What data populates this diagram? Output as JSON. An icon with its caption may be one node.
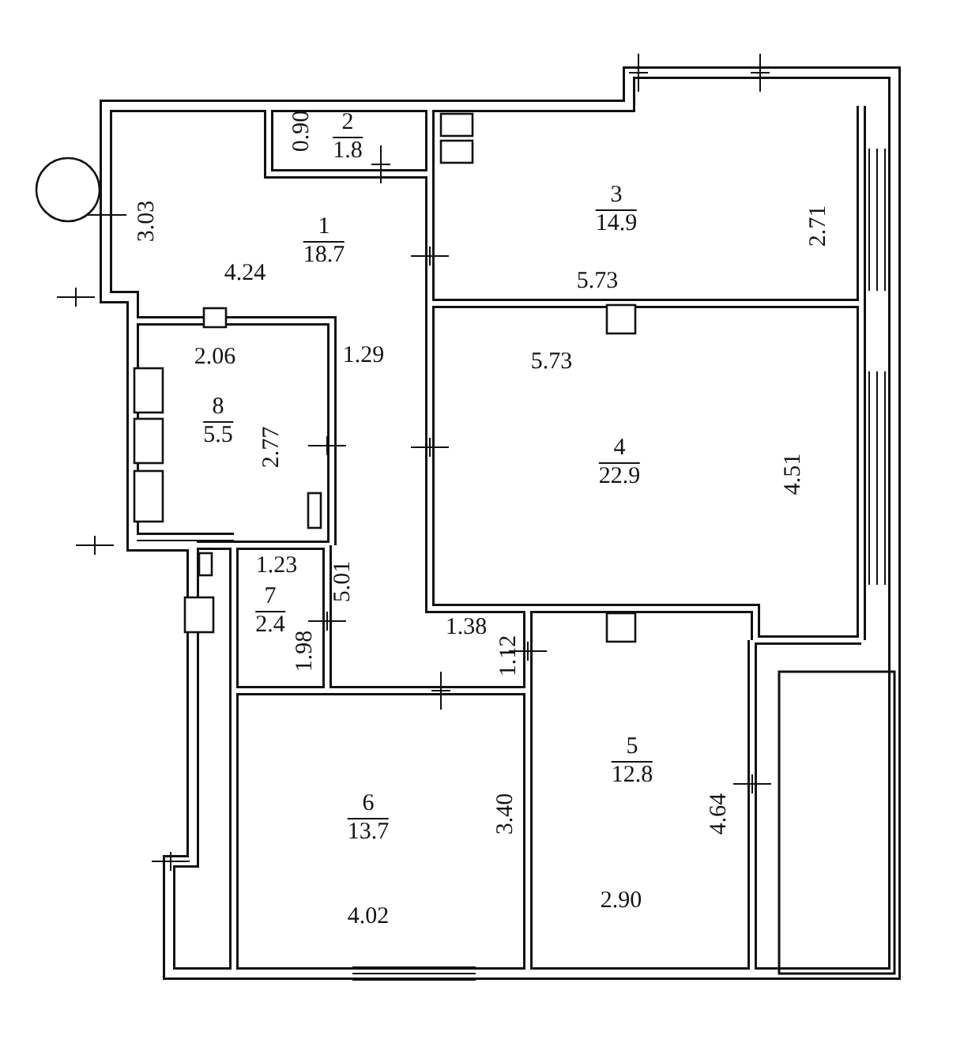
{
  "diagram": {
    "nodes": [
      {
        "text": [
          "1",
          "18.7"
        ]
      },
      {
        "text": [
          "2",
          "1.8"
        ]
      },
      {
        "text": [
          "3",
          "14.9"
        ]
      },
      {
        "text": [
          "8",
          "5.5"
        ]
      },
      {
        "text": [
          "4",
          "22.9"
        ]
      },
      {
        "text": [
          "7",
          "2.4"
        ]
      },
      {
        "text": [
          "5",
          "12.8"
        ]
      },
      {
        "text": [
          "6",
          "13.7"
        ]
      }
    ],
    "labels": [
      "0.90",
      "3.03",
      "2.71",
      "4.24",
      "5.73",
      "2.06",
      "1.29",
      "5.73",
      "2.77",
      "4.51",
      "1.23",
      "5.01",
      "1.98",
      "1.38",
      "1.12",
      "3.40",
      "4.64",
      "2.90",
      "4.02"
    ]
  }
}
